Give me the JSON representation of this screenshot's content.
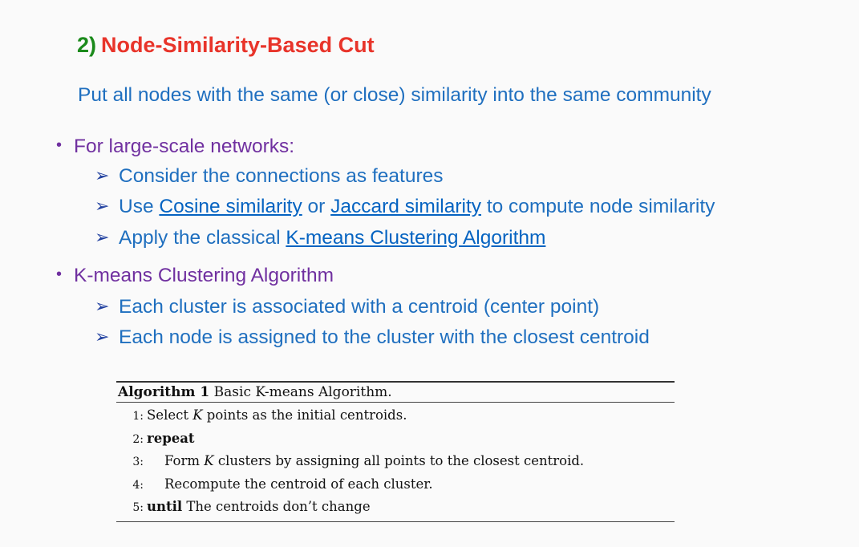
{
  "title": {
    "number": "2)",
    "text": "Node-Similarity-Based Cut"
  },
  "intro": "Put all nodes with the same (or close) similarity into the same community",
  "bullets": [
    {
      "label": "For large-scale networks:",
      "subs": [
        {
          "text": "Consider the connections as features"
        },
        {
          "pre": "Use ",
          "link1": "Cosine similarity",
          "mid": " or ",
          "link2": "Jaccard similarity",
          "post": " to compute node similarity"
        },
        {
          "pre": "Apply the classical ",
          "link1": "K-means Clustering Algorithm"
        }
      ]
    },
    {
      "label": "K-means Clustering Algorithm",
      "subs": [
        {
          "text": "Each cluster is associated with a centroid (center point)"
        },
        {
          "text": "Each node is assigned to the cluster with the closest centroid"
        }
      ]
    }
  ],
  "algorithm": {
    "label": "Algorithm 1",
    "caption": "Basic K-means Algorithm.",
    "lines": [
      {
        "num": "1:",
        "pre": "Select ",
        "var": "K",
        "post": " points as the initial centroids."
      },
      {
        "num": "2:",
        "kw": "repeat"
      },
      {
        "num": "3:",
        "pre": "Form ",
        "var": "K",
        "post": " clusters by assigning all points to the closest centroid."
      },
      {
        "num": "4:",
        "text": "Recompute the centroid of each cluster."
      },
      {
        "num": "5:",
        "kw": "until",
        "text": " The centroids don’t change"
      }
    ]
  }
}
